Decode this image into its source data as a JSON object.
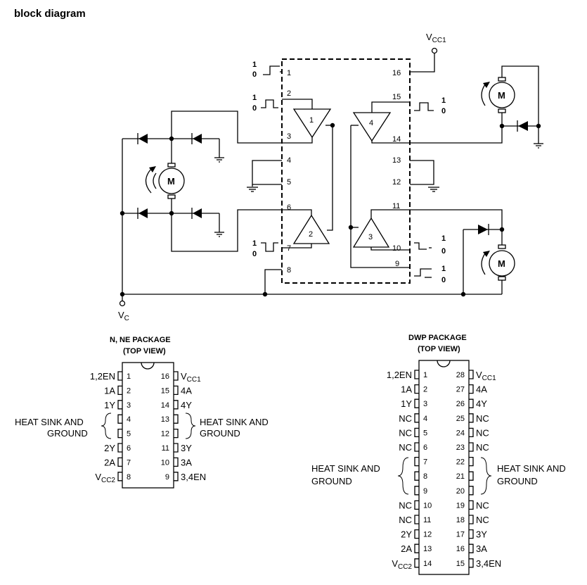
{
  "title": "block diagram",
  "supply_vcc1": {
    "main": "V",
    "sub": "CC1"
  },
  "supply_vc": {
    "main": "V",
    "sub": "C"
  },
  "motor_label": "M",
  "logic_levels": {
    "high": "1",
    "low": "0"
  },
  "ic_pins_left": [
    "1",
    "2",
    "3",
    "4",
    "5",
    "6",
    "7",
    "8"
  ],
  "ic_pins_right": [
    "16",
    "15",
    "14",
    "13",
    "12",
    "11",
    "10",
    "9"
  ],
  "drivers": [
    "1",
    "2",
    "3",
    "4"
  ],
  "package_n": {
    "title_line1": "N, NE PACKAGE",
    "title_line2": "(TOP VIEW)",
    "left": [
      {
        "num": "1",
        "label": "1,2EN"
      },
      {
        "num": "2",
        "label": "1A"
      },
      {
        "num": "3",
        "label": "1Y"
      },
      {
        "num": "4",
        "label": ""
      },
      {
        "num": "5",
        "label": ""
      },
      {
        "num": "6",
        "label": "2Y"
      },
      {
        "num": "7",
        "label": "2A"
      },
      {
        "num": "8",
        "label": "V",
        "sub": "CC2"
      }
    ],
    "right": [
      {
        "num": "16",
        "label": "V",
        "sub": "CC1"
      },
      {
        "num": "15",
        "label": "4A"
      },
      {
        "num": "14",
        "label": "4Y"
      },
      {
        "num": "13",
        "label": ""
      },
      {
        "num": "12",
        "label": ""
      },
      {
        "num": "11",
        "label": "3Y"
      },
      {
        "num": "10",
        "label": "3A"
      },
      {
        "num": "9",
        "label": "3,4EN"
      }
    ],
    "heat_sink_line1": "HEAT SINK AND",
    "heat_sink_line2": "GROUND"
  },
  "package_dwp": {
    "title_line1": "DWP PACKAGE",
    "title_line2": "(TOP VIEW)",
    "left": [
      {
        "num": "1",
        "label": "1,2EN"
      },
      {
        "num": "2",
        "label": "1A"
      },
      {
        "num": "3",
        "label": "1Y"
      },
      {
        "num": "4",
        "label": "NC"
      },
      {
        "num": "5",
        "label": "NC"
      },
      {
        "num": "6",
        "label": "NC"
      },
      {
        "num": "7",
        "label": ""
      },
      {
        "num": "8",
        "label": ""
      },
      {
        "num": "9",
        "label": ""
      },
      {
        "num": "10",
        "label": "NC"
      },
      {
        "num": "11",
        "label": "NC"
      },
      {
        "num": "12",
        "label": "2Y"
      },
      {
        "num": "13",
        "label": "2A"
      },
      {
        "num": "14",
        "label": "V",
        "sub": "CC2"
      }
    ],
    "right": [
      {
        "num": "28",
        "label": "V",
        "sub": "CC1"
      },
      {
        "num": "27",
        "label": "4A"
      },
      {
        "num": "26",
        "label": "4Y"
      },
      {
        "num": "25",
        "label": "NC"
      },
      {
        "num": "24",
        "label": "NC"
      },
      {
        "num": "23",
        "label": "NC"
      },
      {
        "num": "22",
        "label": ""
      },
      {
        "num": "21",
        "label": ""
      },
      {
        "num": "20",
        "label": ""
      },
      {
        "num": "19",
        "label": "NC"
      },
      {
        "num": "18",
        "label": "NC"
      },
      {
        "num": "17",
        "label": "3Y"
      },
      {
        "num": "16",
        "label": "3A"
      },
      {
        "num": "15",
        "label": "3,4EN"
      }
    ],
    "heat_sink_line1": "HEAT SINK AND",
    "heat_sink_line2": "GROUND"
  }
}
